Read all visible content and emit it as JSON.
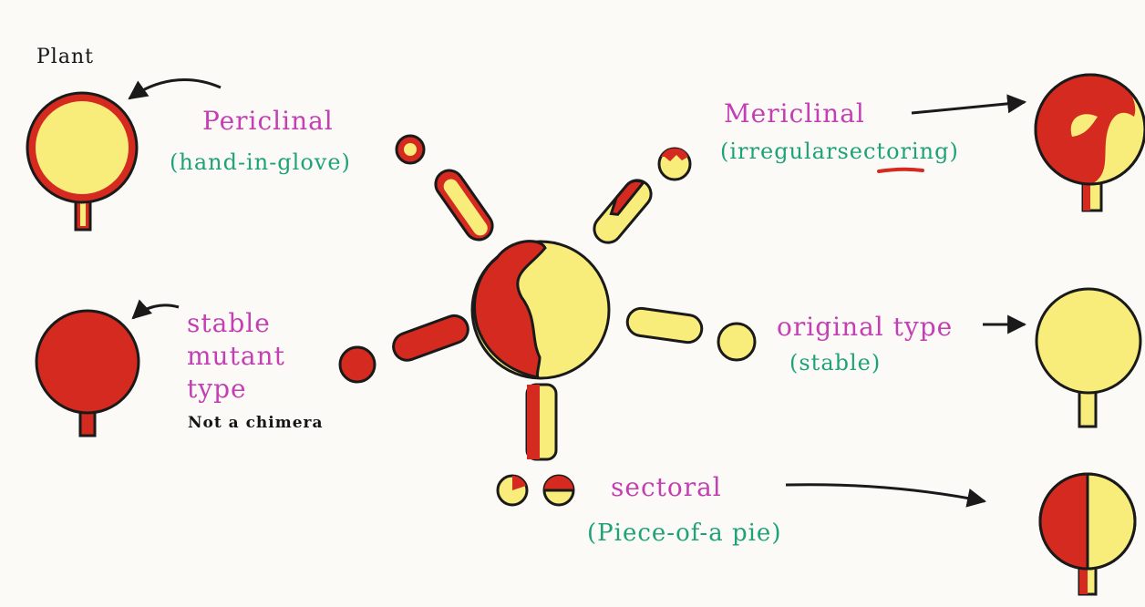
{
  "labels": {
    "plant": "Plant",
    "periclinal": "Periclinal",
    "periclinal_sub": "(hand-in-glove)",
    "mericlinal": "Mericlinal",
    "mericlinal_sub": "(irregularsectoring)",
    "stable_line1": "stable",
    "stable_line2": "mutant",
    "stable_line3": "type",
    "not_chimera": "Not a chimera",
    "original": "original type",
    "original_sub": "(stable)",
    "sectoral": "sectoral",
    "sectoral_sub": "(Piece-of-a pie)"
  },
  "colors": {
    "mutant_red": "#d42a1f",
    "original_yellow": "#f8ed7a",
    "outline": "#1a1a1a",
    "label_purple": "#c43fb3",
    "label_green": "#1ea277"
  }
}
